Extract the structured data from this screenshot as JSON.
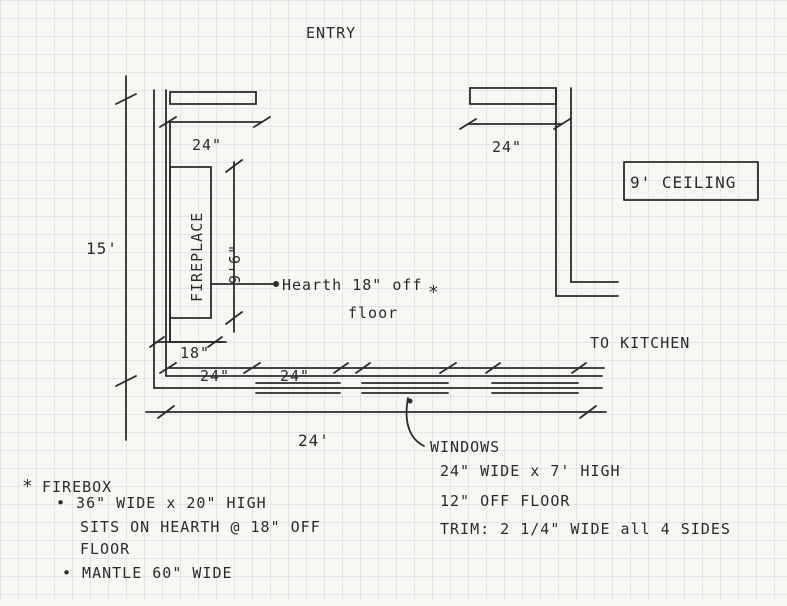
{
  "labels": {
    "entry": "ENTRY",
    "ceiling": "9' CEILING",
    "to_kitchen": "TO KITCHEN",
    "left_dim_24": "24\"",
    "right_dim_24": "24\"",
    "fireplace": "FIREPLACE",
    "dim_9_6": "9'6\"",
    "hearth_line1": "Hearth 18\" off",
    "hearth_line2": "floor",
    "dim_15": "15'",
    "dim_18": "18\"",
    "bottom_dim_24a": "24\"",
    "bottom_dim_24b": "24\"",
    "dim_24_overall": "24'",
    "windows": "WINDOWS",
    "windows_line2": "24\" WIDE x 7' HIGH",
    "windows_line3": "12\" OFF FLOOR",
    "windows_line4": "TRIM: 2 1/4\" WIDE all 4 SIDES"
  },
  "notes": {
    "firebox_title": "FIREBOX",
    "firebox_line1": "• 36\" WIDE x 20\" HIGH",
    "firebox_line2": "SITS ON HEARTH @ 18\" OFF",
    "firebox_line3": "FLOOR",
    "firebox_line4": "• MANTLE 60\" WIDE"
  },
  "colors": {
    "ink": "#2b2b2b",
    "grid": "#cfd6de",
    "paper": "#f7f7f4"
  }
}
